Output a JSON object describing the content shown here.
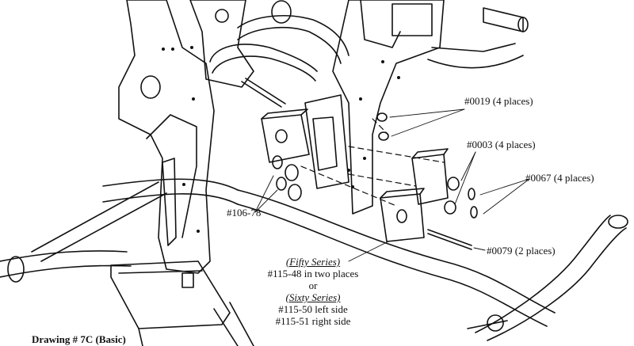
{
  "labels": {
    "p0019": "#0019 (4 places)",
    "p0003": "#0003 (4 places)",
    "p0067": "#0067 (4 places)",
    "p106": "#106-78",
    "p0079": "#0079 (2 places)"
  },
  "series_note": {
    "fifty": "(Fifty Series)",
    "line1": "#115-48 in two places",
    "or": "or",
    "sixty": "(Sixty Series)",
    "left": "#115-50 left side",
    "right": "#115-51 right side"
  },
  "title": "Drawing # 7C (Basic)"
}
